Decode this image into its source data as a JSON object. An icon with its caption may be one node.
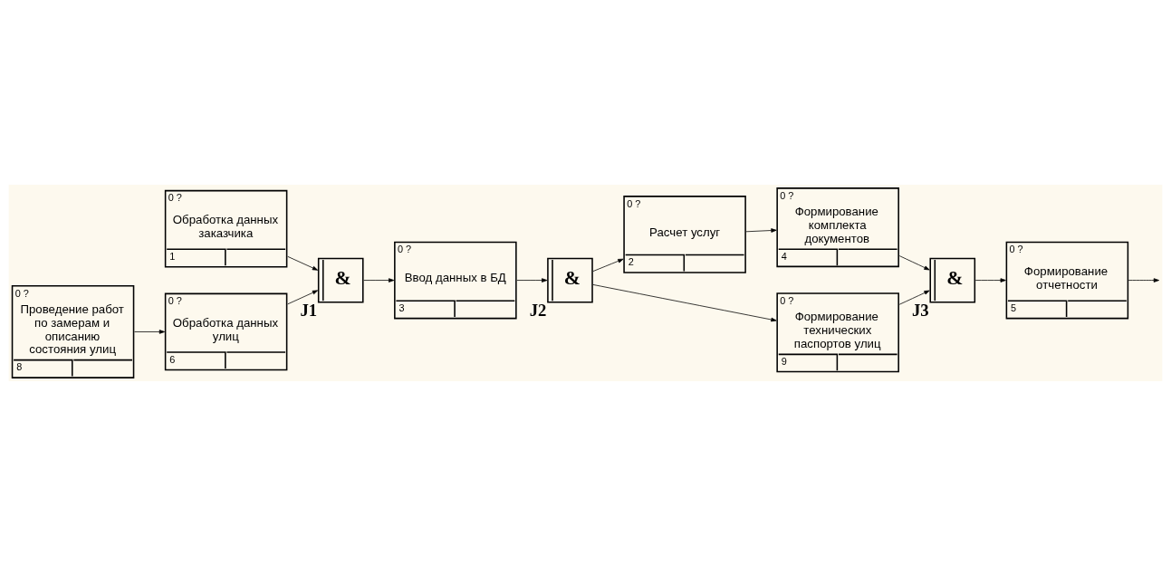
{
  "diagram": {
    "nodes": [
      {
        "text": [
          "0 ?",
          "Обработка данных заказчика",
          "1"
        ]
      },
      {
        "text": [
          "0 ?",
          "Расчет услуг",
          "2"
        ]
      },
      {
        "text": [
          "0 ?",
          "Формирование комплекта документов",
          "4"
        ]
      },
      {
        "text": [
          "&"
        ],
        "beside": [
          "J1"
        ]
      },
      {
        "text": [
          "0 ?",
          "Ввод данных в БД",
          "3"
        ]
      },
      {
        "text": [
          "&"
        ],
        "beside": [
          "J2"
        ]
      },
      {
        "text": [
          "&"
        ],
        "beside": [
          "J3"
        ]
      },
      {
        "text": [
          "0 ?",
          "Формирование технических паспортов улиц",
          "9"
        ]
      },
      {
        "text": [
          "0 ?",
          "Формирование отчетности",
          "5"
        ]
      },
      {
        "text": [
          "0 ?",
          "Проведение работ по замерам и описанию состояния улиц",
          "8"
        ]
      },
      {
        "text": [
          "0 ?",
          "Обработка данных улиц",
          "6"
        ]
      }
    ],
    "edges": [
      {
        "from": 0,
        "to": 3,
        "arrow": "to"
      },
      {
        "from": 10,
        "to": 3,
        "arrow": "to"
      },
      {
        "from": 3,
        "to": 4,
        "arrow": "to"
      },
      {
        "from": 4,
        "to": 5,
        "arrow": "to"
      },
      {
        "from": 5,
        "to": 1,
        "arrow": "to"
      },
      {
        "from": 5,
        "to": 7,
        "arrow": "to"
      },
      {
        "from": 1,
        "to": 2,
        "arrow": "to"
      },
      {
        "from": 2,
        "to": 6,
        "arrow": "to"
      },
      {
        "from": 7,
        "to": 6,
        "arrow": "to"
      },
      {
        "from": 6,
        "to": 8,
        "arrow": "to"
      },
      {
        "from": 8,
        "to": null,
        "arrow": "to"
      },
      {
        "from": 9,
        "to": 10,
        "arrow": "to"
      }
    ]
  }
}
